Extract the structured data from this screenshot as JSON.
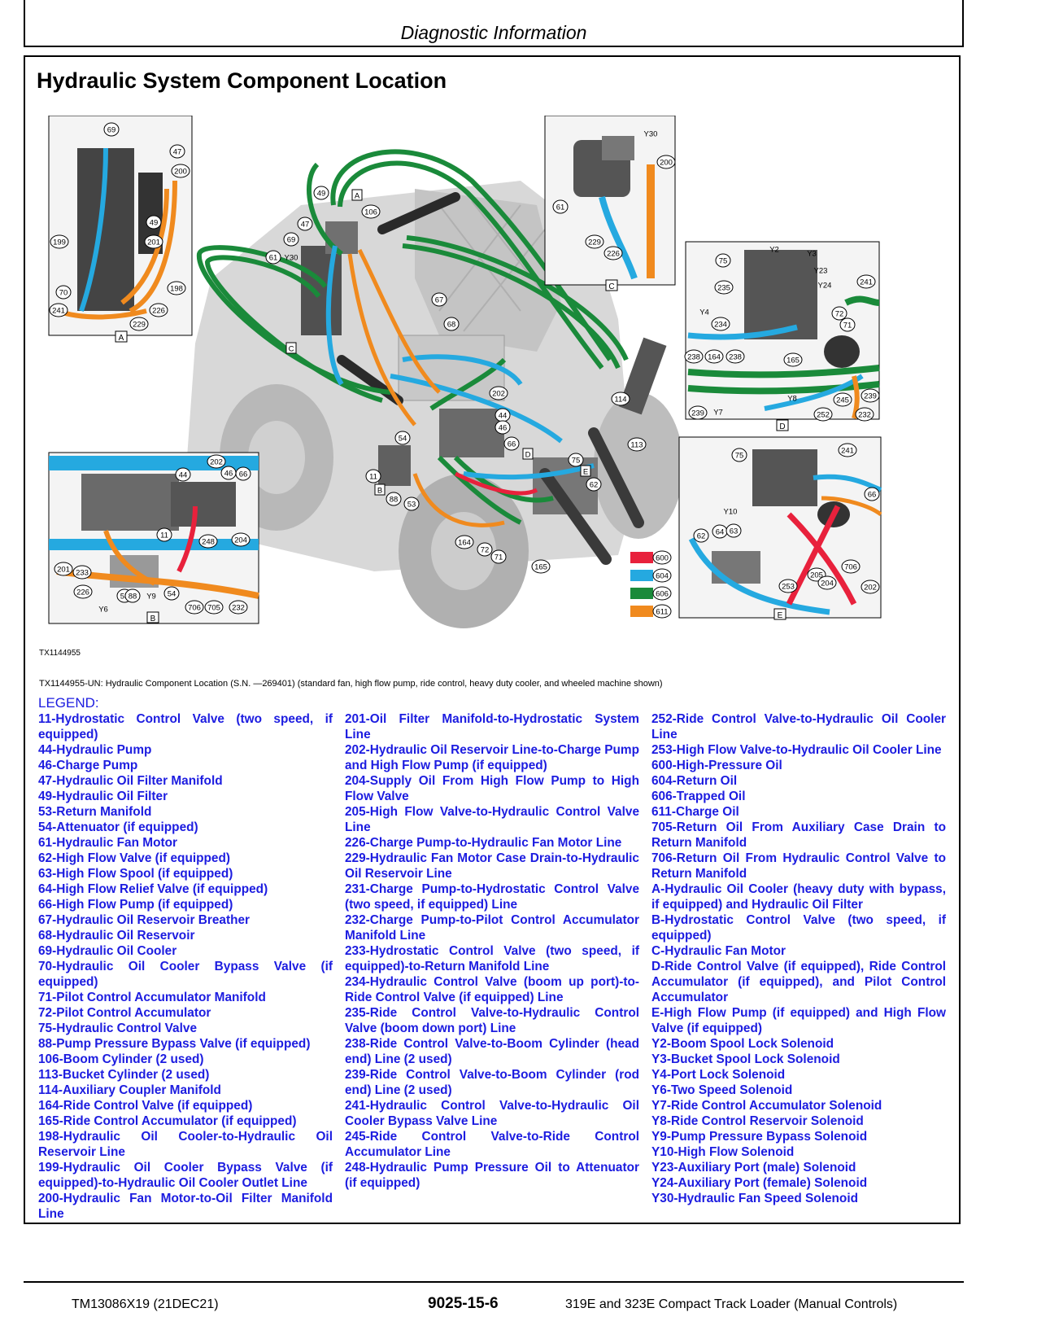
{
  "header": {
    "title": "Diagnostic Information"
  },
  "section": {
    "title": "Hydraulic System Component Location"
  },
  "figure": {
    "id": "TX1144955",
    "caption": "TX1144955-UN: Hydraulic Component Location (S.N. —269401) (standard fan, high flow pump, ride control, heavy duty cooler, and wheeled machine shown)",
    "insets": [
      "A",
      "B",
      "C",
      "D",
      "E"
    ],
    "color_key": [
      {
        "code": "600",
        "color": "#e8213c"
      },
      {
        "code": "604",
        "color": "#25a9e0"
      },
      {
        "code": "606",
        "color": "#1a8a3a"
      },
      {
        "code": "611",
        "color": "#f08a1e"
      }
    ],
    "callouts_main": [
      "49",
      "A",
      "106",
      "47",
      "69",
      "61",
      "Y30",
      "C",
      "67",
      "68",
      "114",
      "202",
      "44",
      "46",
      "54",
      "66",
      "D",
      "75",
      "E",
      "62",
      "113",
      "11",
      "B",
      "88",
      "53",
      "164",
      "72",
      "71",
      "165"
    ],
    "callouts_a": [
      "69",
      "47",
      "200",
      "49",
      "199",
      "201",
      "198",
      "70",
      "241",
      "226",
      "229"
    ],
    "callouts_b": [
      "202",
      "46",
      "66",
      "44",
      "11",
      "248",
      "204",
      "201",
      "233",
      "226",
      "Y6",
      "53",
      "88",
      "Y9",
      "54",
      "706",
      "705",
      "232"
    ],
    "callouts_c": [
      "Y30",
      "200",
      "61",
      "229",
      "226"
    ],
    "callouts_d": [
      "Y2",
      "Y3",
      "75",
      "Y23",
      "241",
      "235",
      "Y24",
      "Y4",
      "234",
      "72",
      "71",
      "238",
      "164",
      "238",
      "165",
      "239",
      "Y7",
      "Y8",
      "252",
      "245",
      "232",
      "239"
    ],
    "callouts_e": [
      "75",
      "241",
      "66",
      "Y10",
      "62",
      "64",
      "63",
      "253",
      "205",
      "204",
      "706",
      "202"
    ]
  },
  "legend": {
    "title": "LEGEND:",
    "col1": [
      "11-Hydrostatic Control Valve (two speed, if equipped)",
      "44-Hydraulic Pump",
      "46-Charge Pump",
      "47-Hydraulic Oil Filter Manifold",
      "49-Hydraulic Oil Filter",
      "53-Return Manifold",
      "54-Attenuator (if equipped)",
      "61-Hydraulic Fan Motor",
      "62-High Flow Valve (if equipped)",
      "63-High Flow Spool (if equipped)",
      "64-High Flow Relief Valve (if equipped)",
      "66-High Flow Pump (if equipped)",
      "67-Hydraulic Oil Reservoir Breather",
      "68-Hydraulic Oil Reservoir",
      "69-Hydraulic Oil Cooler",
      "70-Hydraulic Oil Cooler Bypass Valve (if equipped)",
      "71-Pilot Control Accumulator Manifold",
      "72-Pilot Control Accumulator",
      "75-Hydraulic Control Valve",
      "88-Pump Pressure Bypass Valve (if equipped)",
      "106-Boom Cylinder (2 used)",
      "113-Bucket Cylinder (2 used)",
      "114-Auxiliary Coupler Manifold",
      "164-Ride Control Valve (if equipped)",
      "165-Ride Control Accumulator (if equipped)",
      "198-Hydraulic Oil Cooler-to-Hydraulic Oil Reservoir Line",
      "199-Hydraulic Oil Cooler Bypass Valve (if equipped)-to-Hydraulic Oil Cooler Outlet Line",
      "200-Hydraulic Fan Motor-to-Oil Filter Manifold Line"
    ],
    "col2": [
      "201-Oil Filter Manifold-to-Hydrostatic System Line",
      "202-Hydraulic Oil Reservoir Line-to-Charge Pump and High Flow Pump (if equipped)",
      "204-Supply Oil From High Flow Pump to High Flow Valve",
      "205-High Flow Valve-to-Hydraulic Control Valve Line",
      "226-Charge Pump-to-Hydraulic Fan Motor Line",
      "229-Hydraulic Fan Motor Case Drain-to-Hydraulic Oil Reservoir Line",
      "231-Charge Pump-to-Hydrostatic Control Valve (two speed, if equipped) Line",
      "232-Charge Pump-to-Pilot Control Accumulator Manifold Line",
      "233-Hydrostatic Control Valve (two speed, if equipped)-to-Return Manifold Line",
      "234-Hydraulic Control Valve (boom up port)-to-Ride Control Valve (if equipped) Line",
      "235-Ride Control Valve-to-Hydraulic Control Valve (boom down port) Line",
      "238-Ride Control Valve-to-Boom Cylinder (head end) Line (2 used)",
      "239-Ride Control Valve-to-Boom Cylinder (rod end) Line (2 used)",
      "241-Hydraulic Control Valve-to-Hydraulic Oil Cooler Bypass Valve Line",
      "245-Ride Control Valve-to-Ride Control Accumulator Line",
      "248-Hydraulic Pump Pressure Oil to Attenuator (if equipped)"
    ],
    "col3": [
      "252-Ride Control Valve-to-Hydraulic Oil Cooler Line",
      "253-High Flow Valve-to-Hydraulic Oil Cooler Line",
      "600-High-Pressure Oil",
      "604-Return Oil",
      "606-Trapped Oil",
      "611-Charge Oil",
      "705-Return Oil From Auxiliary Case Drain to Return Manifold",
      "706-Return Oil From Hydraulic Control Valve to Return Manifold",
      "A-Hydraulic Oil Cooler (heavy duty with bypass, if equipped) and Hydraulic Oil Filter",
      "B-Hydrostatic Control Valve (two speed, if equipped)",
      "C-Hydraulic Fan Motor",
      "D-Ride Control Valve (if equipped), Ride Control Accumulator (if equipped), and Pilot Control Accumulator",
      "E-High Flow Pump (if equipped) and High Flow Valve (if equipped)",
      "Y2-Boom Spool Lock Solenoid",
      "Y3-Bucket Spool Lock Solenoid",
      "Y4-Port Lock Solenoid",
      "Y6-Two Speed Solenoid",
      "Y7-Ride Control Accumulator Solenoid",
      "Y8-Ride Control Reservoir Solenoid",
      "Y9-Pump Pressure Bypass Solenoid",
      "Y10-High Flow Solenoid",
      "Y23-Auxiliary Port (male) Solenoid",
      "Y24-Auxiliary Port (female) Solenoid",
      "Y30-Hydraulic Fan Speed Solenoid"
    ]
  },
  "footer": {
    "left": "TM13086X19 (21DEC21)",
    "center": "9025-15-6",
    "right": "319E and 323E Compact Track Loader (Manual Controls)"
  }
}
